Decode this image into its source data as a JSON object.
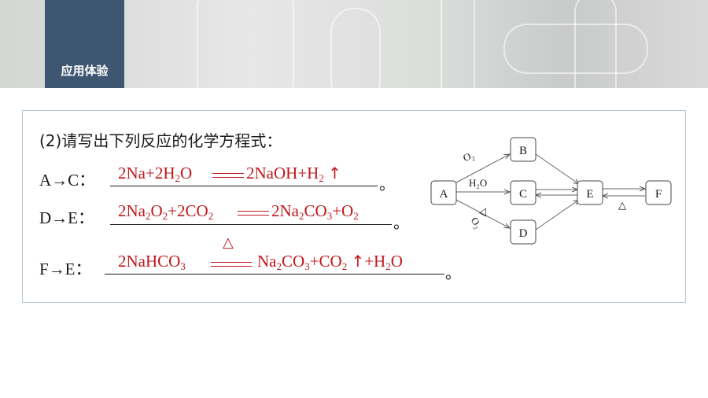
{
  "header": {
    "section_tab": "应用体验"
  },
  "question": {
    "intro": "(2)请写出下列反应的化学方程式：",
    "period": "。",
    "rows": [
      {
        "label": "A→C：",
        "answer": {
          "a": "2Na+2H",
          "a_sub": "2",
          "b": "O",
          "c": "2NaOH+H",
          "c_sub": "2",
          "gas": "↑"
        }
      },
      {
        "label": "D→E：",
        "answer": {
          "a": "2Na",
          "a_sub1": "2",
          "a2": "O",
          "a_sub2": "2",
          "b": "+2CO",
          "b_sub": "2",
          "c": "2Na",
          "c_sub1": "2",
          "c2": "CO",
          "c_sub2": "3",
          "d": "+O",
          "d_sub": "2"
        }
      },
      {
        "label": "F→E：",
        "answer": {
          "a": "2NaHCO",
          "a_sub": "3",
          "heat": "△",
          "b": "Na",
          "b_sub1": "2",
          "b2": "CO",
          "b_sub2": "3",
          "c": "+CO",
          "c_sub": "2",
          "gas": "↑",
          "d": "+H",
          "d_sub": "2",
          "d2": "O"
        }
      }
    ]
  },
  "diagram": {
    "nodes": [
      "A",
      "B",
      "C",
      "D",
      "E",
      "F"
    ],
    "edge_labels": {
      "a_b": "O₂",
      "a_c": "H₂O",
      "a_d_heat": "△",
      "a_d": "O₂",
      "e_f_heat": "△"
    }
  }
}
